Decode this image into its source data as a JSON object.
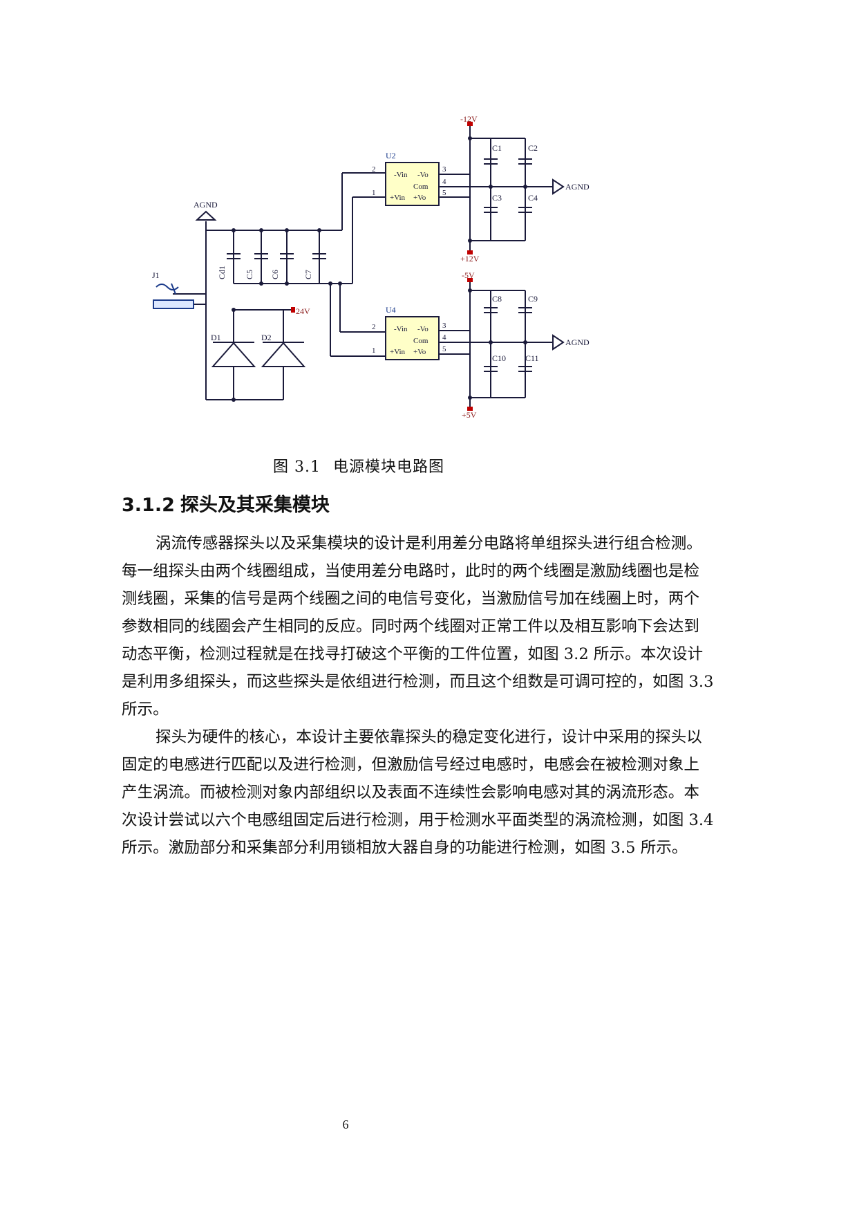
{
  "figure": {
    "labels": {
      "agnd_left": "AGND",
      "j1": "J1",
      "cd1": "Cd1",
      "c5": "C5",
      "c6": "C6",
      "c7": "C7",
      "v24": "24V",
      "d1": "D1",
      "d2": "D2",
      "u2": "U2",
      "u4": "U4",
      "minus12": "-12V",
      "plus12": "+12V",
      "minus5": "-5V",
      "plus5": "+5V",
      "c1": "C1",
      "c2": "C2",
      "c3": "C3",
      "c4": "C4",
      "c8": "C8",
      "c9": "C9",
      "c10": "C10",
      "c11": "C11",
      "agnd_top": "AGND",
      "agnd_bottom": "AGND",
      "pin_vin_minus": "-Vin",
      "pin_vo_minus": "-Vo",
      "pin_com": "Com",
      "pin_vin_plus": "+Vin",
      "pin_vo_plus": "+Vo",
      "pin2": "2",
      "pin1": "1",
      "pin3": "3",
      "pin4": "4",
      "pin5": "5"
    }
  },
  "caption": {
    "number": "图 3.1",
    "title": "电源模块电路图"
  },
  "section": {
    "number": "3.1.2",
    "title": "探头及其采集模块"
  },
  "paragraph1": [
    "涡流传感器探头以及采集模块的设计是利用差分电路将单组探头进行组合检测。",
    "每一组探头由两个线圈组成，当使用差分电路时，此时的两个线圈是激励线圈也是检",
    "测线圈，采集的信号是两个线圈之间的电信号变化，当激励信号加在线圈上时，两个",
    "参数相同的线圈会产生相同的反应。同时两个线圈对正常工件以及相互影响下会达到",
    "动态平衡，检测过程就是在找寻打破这个平衡的工件位置，如图 3.2 所示。本次设计",
    "是利用多组探头，而这些探头是依组进行检测，而且这个组数是可调可控的，如图 3.3",
    "所示。"
  ],
  "paragraph2": [
    "探头为硬件的核心，本设计主要依靠探头的稳定变化进行，设计中采用的探头以",
    "固定的电感进行匹配以及进行检测，但激励信号经过电感时，电感会在被检测对象上",
    "产生涡流。而被检测对象内部组织以及表面不连续性会影响电感对其的涡流形态。本",
    "次设计尝试以六个电感组固定后进行检测，用于检测水平面类型的涡流检测，如图 3.4",
    "所示。激励部分和采集部分利用锁相放大器自身的功能进行检测，如图 3.5 所示。"
  ],
  "page_number": "6"
}
